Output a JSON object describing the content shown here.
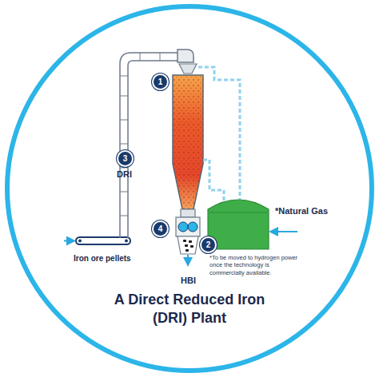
{
  "diagram": {
    "title": "A Direct Reduced Iron (DRI) Plant",
    "labels": [
      "1",
      "2",
      "3",
      "4",
      "DRI",
      "Iron ore pellets",
      "HBI",
      "*Natural Gas",
      "*To be moved to hydrogen power once the technology is commercially available."
    ]
  }
}
